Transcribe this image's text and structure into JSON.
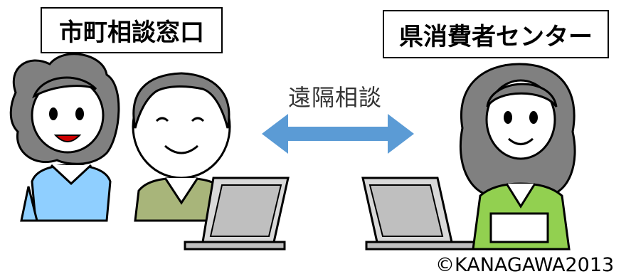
{
  "labels": {
    "left": "市町相談窓口",
    "right": "県消費者センター",
    "remote_consultation": "遠隔相談"
  },
  "copyright": "©KANAGAWA2013",
  "colors": {
    "arrow": "#5b9bd5",
    "left_shirt": "#8fcfff",
    "elder_shirt": "#a8b57a",
    "right_shirt": "#92d050",
    "hair": "#808080",
    "laptop": "#d9d9d9"
  }
}
